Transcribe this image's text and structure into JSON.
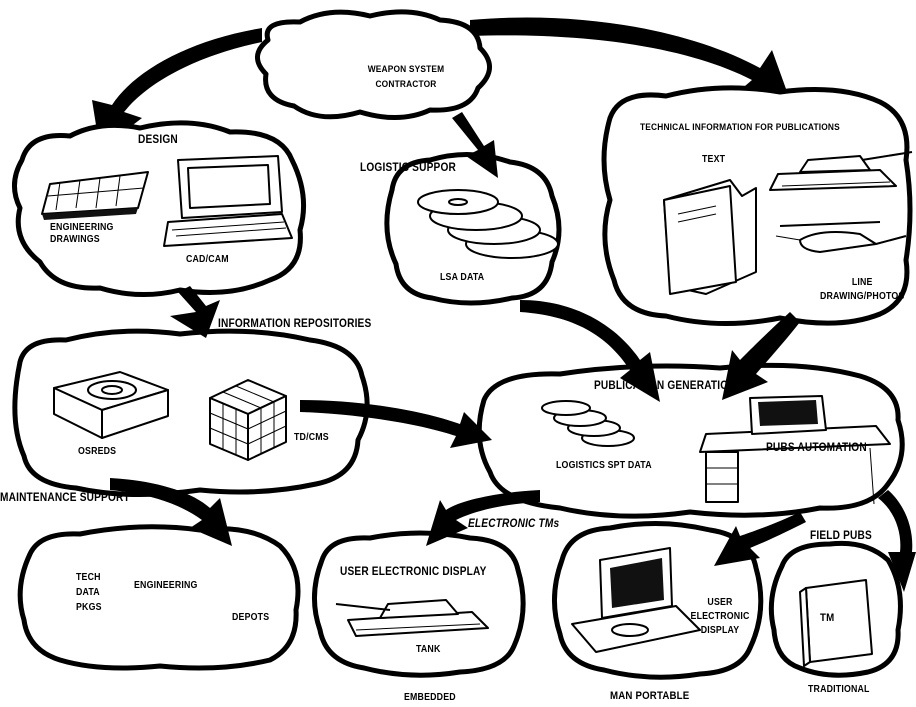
{
  "nodes": {
    "contractor": "WEAPON SYSTEM\nCONTRACTOR",
    "design": "DESIGN",
    "engineering_drawings": "ENGINEERING\nDRAWINGS",
    "cad_cam": "CAD/CAM",
    "logistic_support": "LOGISTIC SUPPOR",
    "lsa_data": "LSA DATA",
    "technical_information": "TECHNICAL INFORMATION FOR PUBLICATIONS",
    "text": "TEXT",
    "line_drawing_photos": "LINE\nDRAWING/PHOTOS",
    "information_repositories": "INFORMATION REPOSITORIES",
    "osreds": "OSREDS",
    "td_cms": "TD/CMS",
    "publication_generation": "PUBLICATION GENERATION",
    "logistics_spt_data": "LOGISTICS SPT DATA",
    "pubs_automation": "PUBS AUTOMATION",
    "maintenance_support": "MAINTENANCE SUPPORT",
    "electronic_tms": "ELECTRONIC TMs",
    "field_pubs": "FIELD PUBS",
    "tech_data_pkgs": "TECH\nDATA\nPKGS",
    "engineering": "ENGINEERING",
    "depots": "DEPOTS",
    "user_electronic_display": "USER ELECTRONIC DISPLAY",
    "tank": "TANK",
    "embedded": "EMBEDDED",
    "user_electronic_display_portable": "USER\nELECTRONIC\nDISPLAY",
    "man_portable": "MAN PORTABLE",
    "tm": "TM",
    "traditional": "TRADITIONAL"
  }
}
